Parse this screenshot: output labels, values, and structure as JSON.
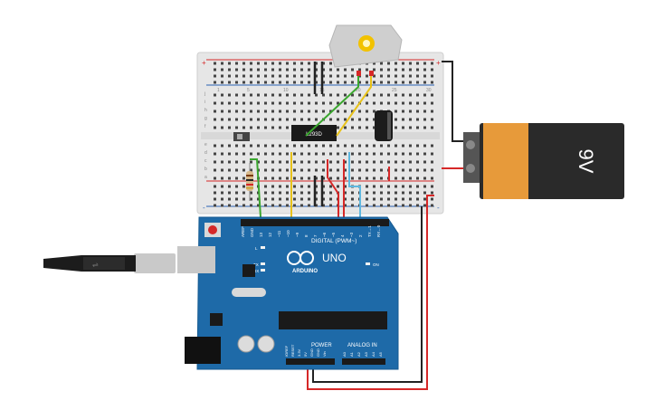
{
  "breadboard": {
    "column_numbers": [
      "1",
      "5",
      "10",
      "15",
      "20",
      "25",
      "30"
    ],
    "row_letters_top": [
      "j",
      "i",
      "h",
      "g",
      "f"
    ],
    "row_letters_bottom": [
      "e",
      "d",
      "c",
      "b",
      "a"
    ],
    "rail_plus": "+",
    "rail_minus": "-"
  },
  "chip": {
    "label": "L293D"
  },
  "battery": {
    "label": "9V"
  },
  "arduino": {
    "logo_text": "ARDUINO",
    "model": "UNO",
    "digital_header_label": "DIGITAL (PWM~)",
    "power_label": "POWER",
    "analog_label": "ANALOG IN",
    "on_label": "ON",
    "l_label": "L",
    "tx_label": "TX",
    "rx_label": "RX",
    "digital_pins": [
      "AREF",
      "GND",
      "13",
      "12",
      "~11",
      "~10",
      "~9",
      "8",
      "7",
      "~6",
      "~5",
      "4",
      "~3",
      "2",
      "TX→1",
      "RX←0"
    ],
    "power_pins": [
      "IOREF",
      "RESET",
      "3.3V",
      "5V",
      "GND",
      "GND",
      "Vin"
    ],
    "analog_pins": [
      "A0",
      "A1",
      "A2",
      "A3",
      "A4",
      "A5"
    ]
  },
  "colors": {
    "board_blue": "#1e6aa8",
    "breadboard": "#e8e8e8",
    "wire_red": "#d62828",
    "wire_green": "#3aa62e",
    "wire_yellow": "#e8c21a",
    "wire_blue": "#5fb8e0",
    "wire_black": "#222222",
    "battery_orange": "#e79a3a"
  }
}
